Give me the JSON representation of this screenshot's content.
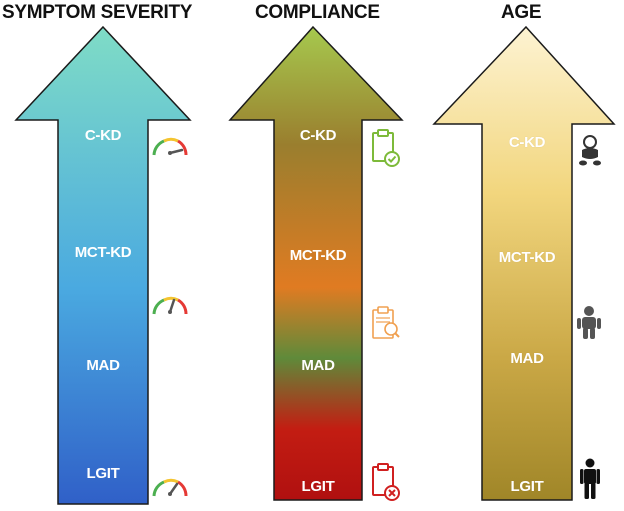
{
  "panels": [
    {
      "title": "SYMPTOM SEVERITY",
      "levels": [
        "C-KD",
        "MCT-KD",
        "MAD",
        "LGIT"
      ],
      "gradient": [
        "#7fdcc6",
        "#4aa9e0",
        "#3060c8"
      ],
      "icons": [
        "gauge-high-icon",
        "gauge-medium-icon",
        "gauge-low-icon"
      ]
    },
    {
      "title": "COMPLIANCE",
      "levels": [
        "C-KD",
        "MCT-KD",
        "MAD",
        "LGIT"
      ],
      "gradient": [
        "#a6c94e",
        "#e07b22",
        "#5f8a3a",
        "#c31d12"
      ],
      "icons": [
        "clipboard-check-icon",
        "clipboard-search-icon",
        "clipboard-x-icon"
      ]
    },
    {
      "title": "AGE",
      "levels": [
        "C-KD",
        "MCT-KD",
        "MAD",
        "LGIT"
      ],
      "gradient": [
        "#fdf1c9",
        "#f0d27a",
        "#a88a2a"
      ],
      "icons": [
        "baby-icon",
        "child-icon",
        "adult-icon"
      ]
    }
  ],
  "colors": {
    "arrow_outline": "#1a1a1a",
    "gauge_green": "#4caf50",
    "gauge_red": "#e53935",
    "clipboard_green": "#7dba3a",
    "clipboard_orange": "#f0a050",
    "clipboard_red": "#d02020",
    "person": "#333333"
  }
}
